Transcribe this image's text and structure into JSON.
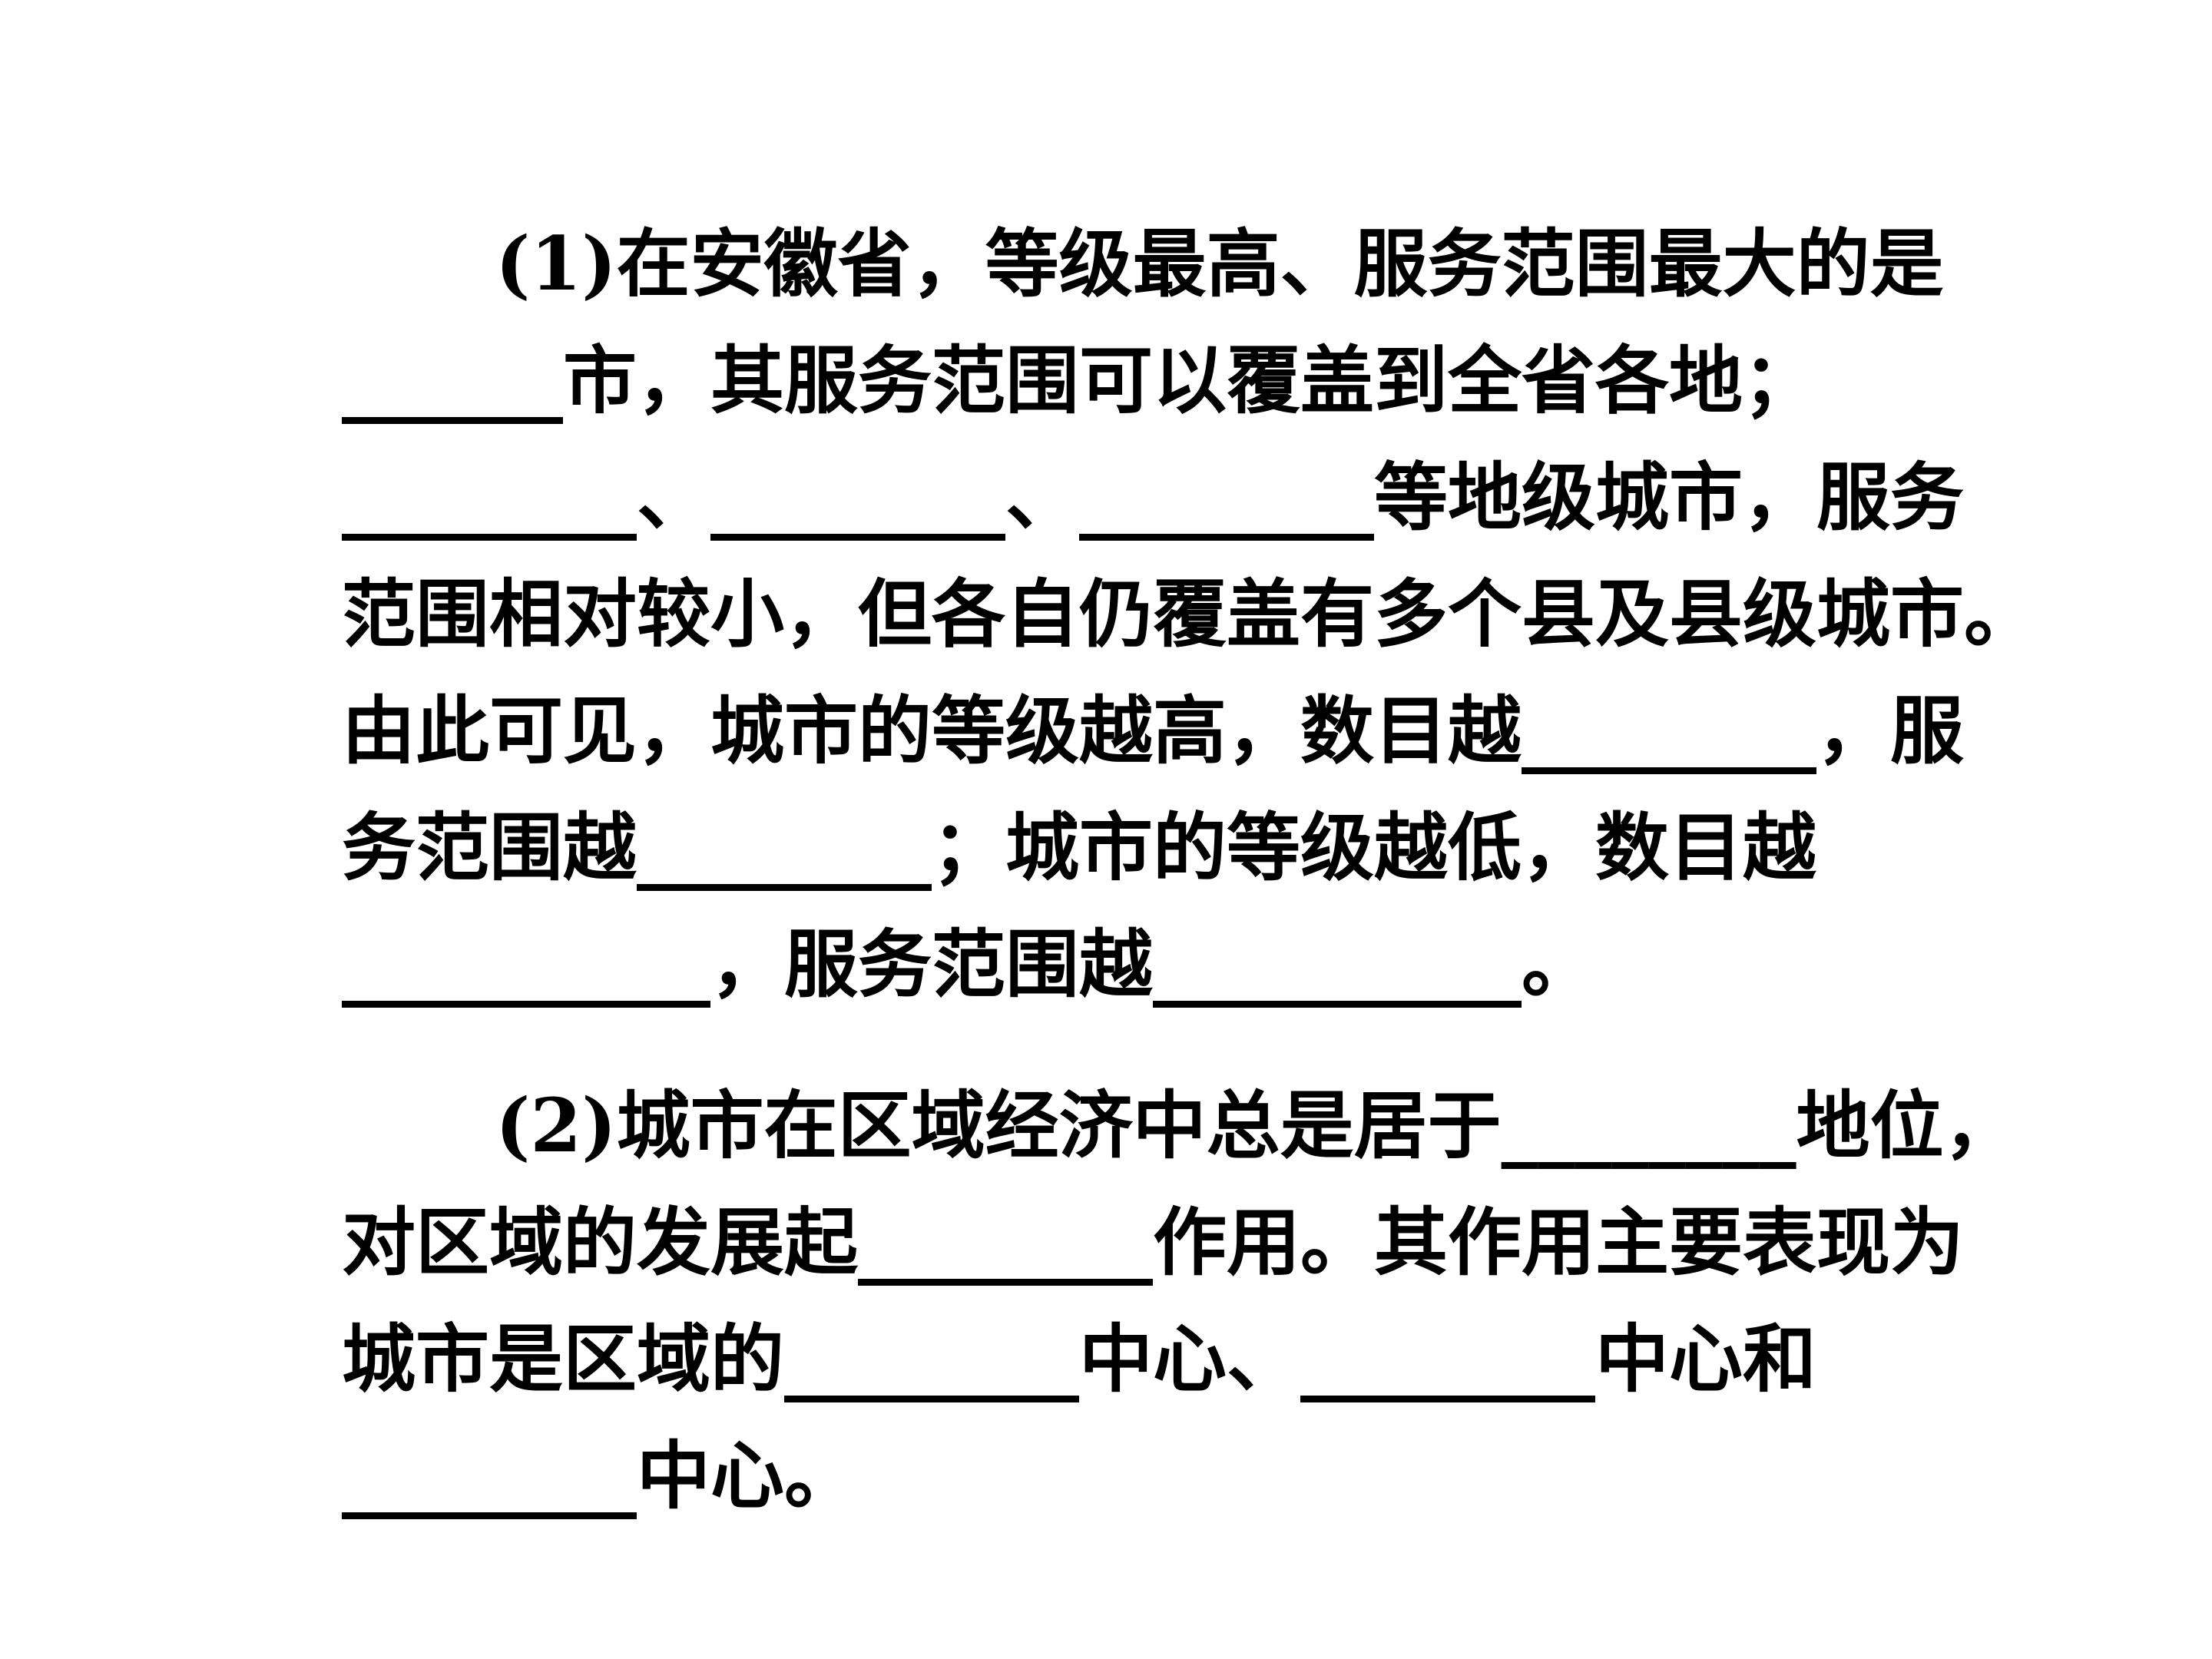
{
  "paragraph1": {
    "lines": [
      "(1)在安徽省，等级最高、服务范围最大的是",
      "______市，其服务范围可以覆盖到全省各地；",
      "________、________、________等地级城市，服务",
      "范围相对较小，但各自仍覆盖有多个县及县级城市。",
      "由此可见，城市的等级越高，数目越________，服",
      "务范围越________；城市的等级越低，数目越",
      "__________，服务范围越__________。"
    ]
  },
  "paragraph2": {
    "lines": [
      "(2)城市在区域经济中总是居于________地位，",
      "对区域的发展起________作用。其作用主要表现为",
      "城市是区域的________中心、________中心和",
      "________中心。"
    ]
  }
}
